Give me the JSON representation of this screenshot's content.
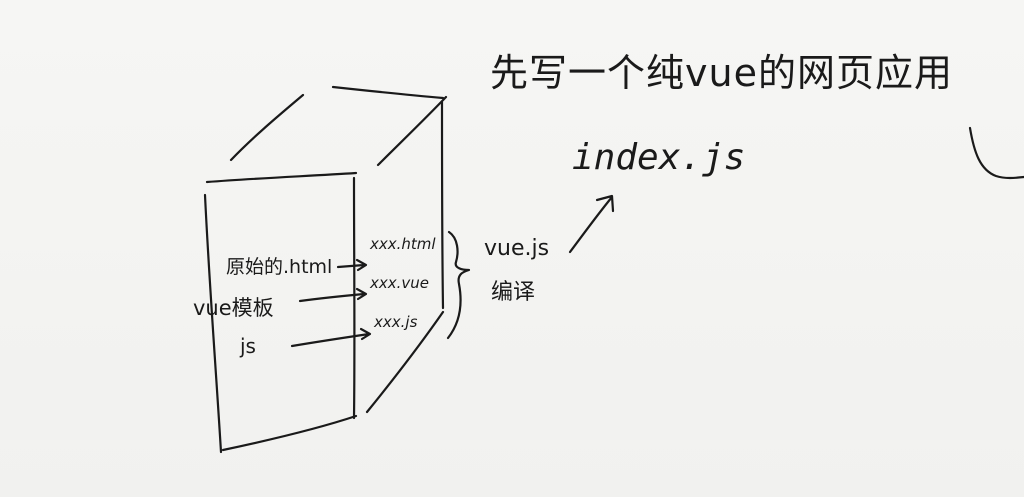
{
  "title": "先写一个纯vue的网页应用",
  "output_file": "index.js",
  "sources": {
    "html": "原始的.html",
    "template": "vue模板",
    "js": "js"
  },
  "outputs": {
    "html": "xxx.html",
    "vue": "xxx.vue",
    "js": "xxx.js"
  },
  "compiler": {
    "name": "vue.js",
    "action": "编译"
  },
  "ink_color": "#1a1a1a"
}
